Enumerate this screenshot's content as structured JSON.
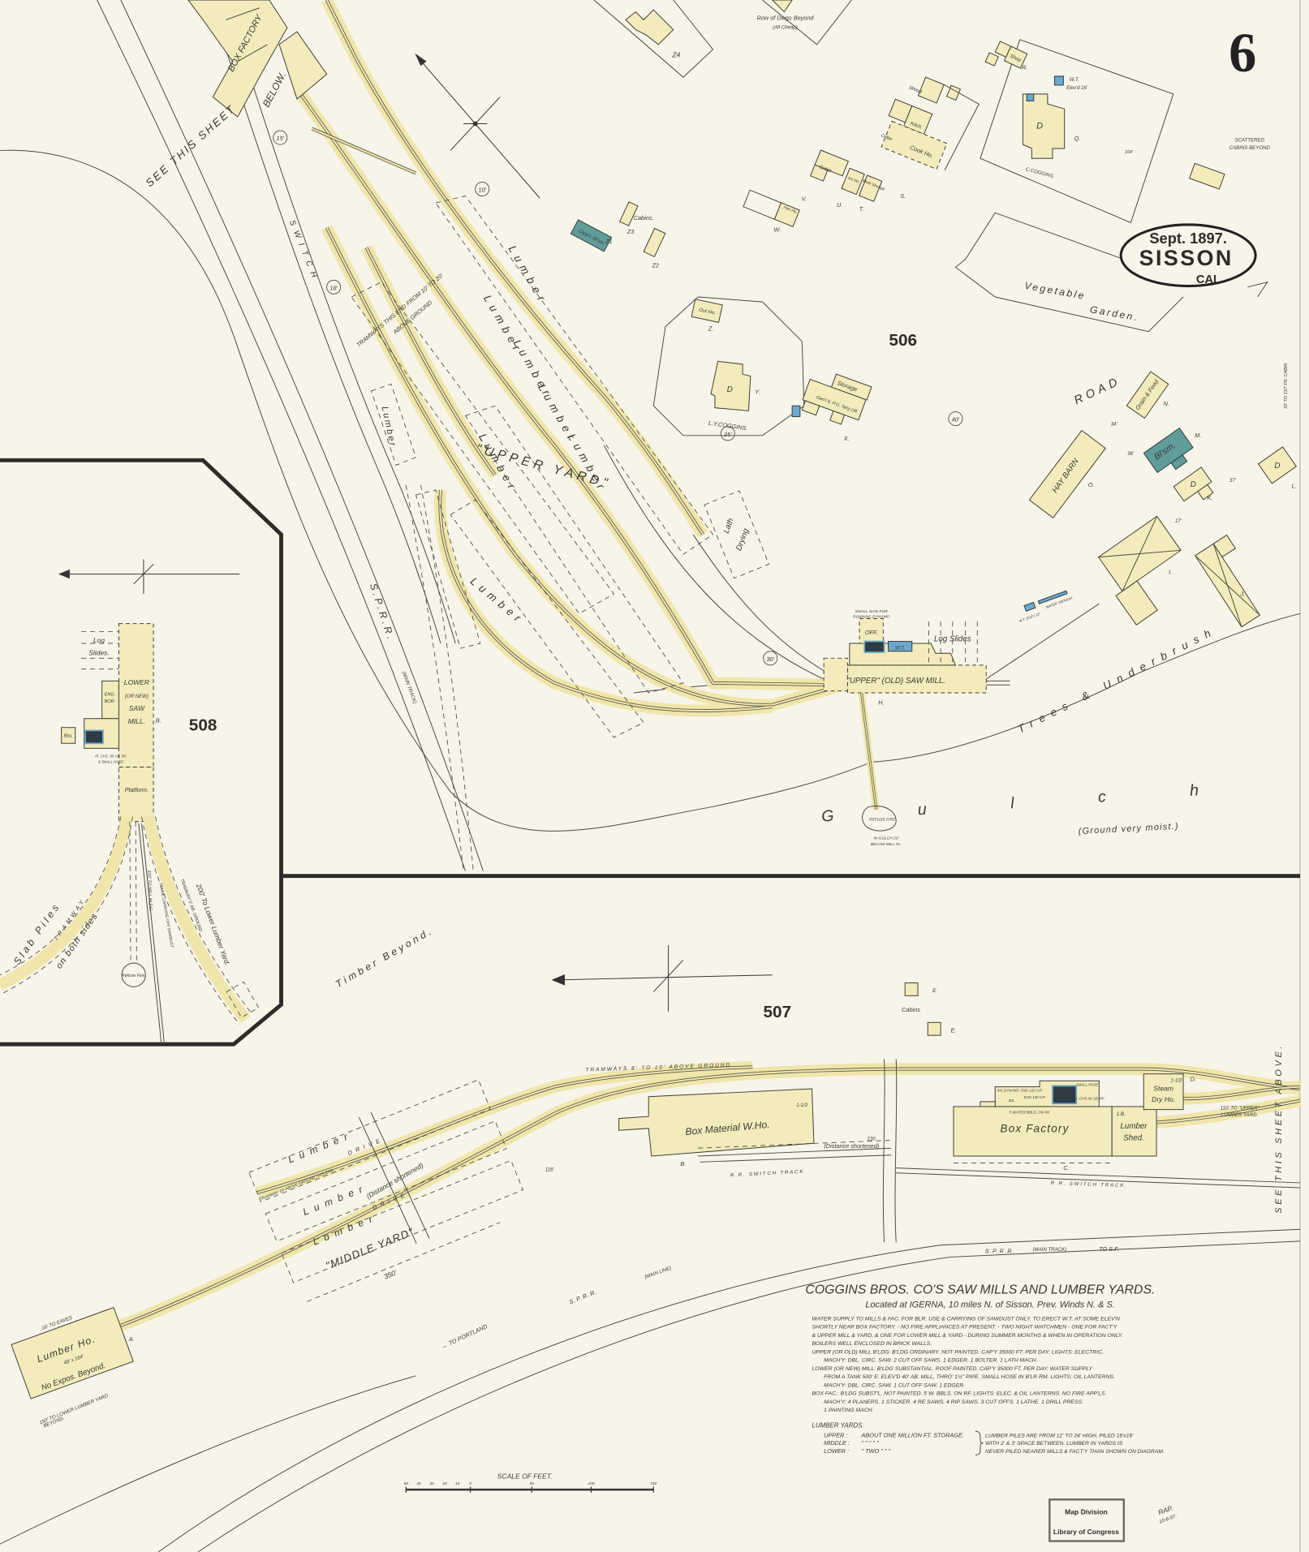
{
  "sheet": {
    "number": "6",
    "date": "Sept. 1897.",
    "town": "SISSON",
    "state": "CAL."
  },
  "blocks": {
    "b506": "506",
    "b507": "507",
    "b508": "508"
  },
  "colors": {
    "paper": "#f7f4e9",
    "frame_building": "#f3ebbb",
    "brick_stone": "#5f9c9a",
    "water_tank": "#6ea8cc"
  },
  "labels": {
    "box_factory_top": "BOX FACTORY",
    "see_sheet": "SEE THIS SHEET",
    "below": "BELOW.",
    "c15": "15'",
    "c10": "10'",
    "c18": "18'",
    "c25": "25'",
    "c40": "40'",
    "c30": "30'",
    "switch": "SWITCH",
    "sprr_upper": "S.P.R.R.",
    "main_track_upper": "(MAIN TRACK)",
    "tram_upper_1": "TRAMWAYS THIS END FROM 10' TO 20'",
    "tram_upper_2": "ABOVE GROUND",
    "upper_yard": "\"UPPER YARD\"",
    "lumber": "Lumber",
    "lath": "Lath",
    "drying": "Drying",
    "upper_mill": "\"UPPER\" (OLD) SAW MILL.",
    "small_shed_1": "SMALL SH'D FOR",
    "small_shed_2": "RUNNING DYNAMO",
    "off": "OFF.",
    "wt": "W.T.",
    "log_slides": "Log Slides",
    "h": "H.",
    "refuse_fire": "REFUSE FIRE",
    "gulch_note_1": "IN GULCH 20'",
    "gulch_note_2": "BELOW MILL FL.",
    "gulch": "Gulch",
    "ground_moist": "(Ground very moist.)",
    "trees": "Trees & Underbrush",
    "wt_elev12": "W.T. ELEV 12'",
    "water_trough": "WATER TROUGH",
    "vegetable": "Vegetable",
    "garden": "Garden.",
    "road": "ROAD",
    "scattered_1": "SCATTERED",
    "scattered_2": "CABINS BEYOND",
    "first_cabin": "33' TO 1ST FR. CABIN",
    "row_dwgs_1": "Row of Dwgs Beyond",
    "row_dwgs_2": "(All Cheap)",
    "z4": "Z4",
    "z1": "Z1",
    "z2": "Z2",
    "z3": "Z3",
    "z": "Z.",
    "carp_blsm": "Carp'r. Bl'sm.",
    "cabins": "Cabins.",
    "out_ho": "Out Ho.",
    "w": "W.",
    "hen_ho": "Hen Ho.",
    "v": "V.",
    "u": "U.",
    "t": "T.",
    "s": "S.",
    "r": "R.",
    "q": "Q.",
    "cabin": "Cabin",
    "ice_ho": "Ice Ho.",
    "meat_storage": "Meat Storage",
    "wood": "Wood",
    "kitch": "Kitch.",
    "cook_ho": "Cook Ho.",
    "cellar": "Cellar",
    "shop": "Shop",
    "wt_elev16_1": "W.T.",
    "wt_elev16_2": "Elev'd 16'",
    "c_coggins": "C.COGGINS.",
    "d": "D",
    "dist104": "104'",
    "ly_coggins": "L.Y.COGGINS.",
    "y": "Y.",
    "storage": "Storage",
    "genl_store": "Gen'l S. P.O. Tel'g Off.",
    "x": "X.",
    "hay_barn": "HAY BARN",
    "o": "O.",
    "grain_feed": "Grain & Feed",
    "n": "N.",
    "blsm": "Bl'sm.",
    "m": "M.",
    "k": "K.",
    "l": "L.",
    "i": "I.",
    "j": "J.",
    "d34": "34'",
    "d36": "36'",
    "d37": "37'",
    "d17": "17'",
    "timber_beyond": "Timber Beyond.",
    "f": "F.",
    "e": "E.",
    "cabins2": "Cabins",
    "tramways_lower": "TRAMWAYS 8' TO 10' ABOVE GROUND",
    "box_material": "Box Material W.Ho.",
    "one_half": "1-1/2",
    "b": "B.",
    "rr_switch_1": "R.R. SWITCH TRACK",
    "rr_switch_2": "R.R. SWITCH TRACK.",
    "distance_shortened": "(Distance shortened)",
    "d230": "230",
    "d116": "116'",
    "box_factory": "Box Factory",
    "lumber_shed_1": "Lumber",
    "lumber_shed_2": "Shed.",
    "steam_1": "Steam",
    "steam_2": "Dry Ho.",
    "dd": "D.",
    "cc": "C.",
    "ib": "1.B.",
    "water_bbls": "5 WATER BBLS. ON RF.",
    "eng120": "ENG 120 H.P.",
    "eng140": "ENG 140 H.P.",
    "inc_dynamo": "INC DYNAMO",
    "thirty_l": "30L.",
    "small_hose": "SMALL HOSE",
    "ir_chs": "IR. CH'S 40' AB. RF.",
    "to_upper_1": "110' TO \"UPPER\"",
    "to_upper_2": "LUMBER YARD.",
    "see_above": "SEE THIS SHEET ABOVE.",
    "sprr_lower": "S.P.R.R.",
    "main_track_lower": "(MAIN TRACK)",
    "to_sf": "TO S.F.",
    "sprr_main_line": "S.P.R.R.",
    "main_line": "(MAIN LINE)",
    "to_portland": "← TO PORTLAND",
    "tram_middle": "TRAMWAY 10' ABOVE GROUND THIS END",
    "drive": "DRIVE",
    "middle_yard": "\"MIDDLE YARD\"",
    "d350": "350'",
    "eaves": "18' TO EAVES",
    "lumber_ho": "Lumber Ho.",
    "lumber_ho_size": "48' x 164'",
    "no_expos": "No Expos. Beyond.",
    "a": "A.",
    "to_lower_1": "150' TO LOWER LUMBER YARD",
    "to_lower_2": "BEYOND.",
    "log": "Log",
    "slides": "Slides.",
    "lower": "LOWER",
    "or_new": "(OR NEW)",
    "saw": "SAW",
    "mill": "MILL.",
    "eng": "ENG.",
    "bor": "BOR.",
    "rm": "Rm.",
    "bb": "B.",
    "ir_chs_30": "IR. CHS. 30' AB. RF.",
    "sawdust_hose": "& SMALL HOSE",
    "platform": "Platform.",
    "slab_piles": "Slab Piles",
    "tramway": "TRAMWAY",
    "both_sides": "on both sides",
    "to_mill_bldg": "100' TO MILL BLDG.",
    "flume": "FLUME CARRYING OFF SAWDUST",
    "tram_5": "TRAMWAY 5' AB. GROUND",
    "to_lower_yard": "200' To Lower Lumber Yard.",
    "refuse_fire_2": "Refuse Fire."
  },
  "legend": {
    "title": "COGGINS BROS. CO'S SAW MILLS AND LUMBER YARDS.",
    "subtitle": "Located at IGERNA, 10 miles N. of Sisson.  Prev. Winds N. & S.",
    "lines": [
      "WATER SUPPLY TO MILLS & FAC. FOR BLR. USE & CARRYING OF SAWDUST ONLY. TO ERECT W.T. AT SOME ELEV'N",
      "SHORTLY NEAR BOX FACTORY. - NO FIRE APPLIANCES AT PRESENT. - TWO NIGHT WATCHMEN - ONE FOR FACT'Y",
      "& UPPER MILL & YARD, & ONE FOR LOWER MILL & YARD - DURING SUMMER MONTHS & WHEN IN OPERATION ONLY.",
      "BOILERS WELL ENCLOSED IN BRICK WALLS.",
      "UPPER (OR OLD) MILL B'LDG: B'LDG ORDINARY. NOT PAINTED. CAP'Y 35000 FT. PER DAY. LIGHTS: ELECTRIC.",
      "MACH'Y: DBL. CIRC. SAW. 2 CUT OFF SAWS. 1 EDGER. 1 BOLTER. 1 LATH MACH.",
      "LOWER (OR NEW) MILL: B'LDG SUBSTANTIAL. ROOF PAINTED. CAP'Y 35000 FT. PER DAY. WATER SUPPLY",
      "FROM A TANK 500' E. ELEV'D 40' AB. MILL, THRO' 1½\" PIPE. SMALL HOSE IN B'LR RM. LIGHTS: OIL LANTERNS.",
      "MACH'Y: DBL. CIRC. SAW. 1 CUT OFF SAW. 1 EDGER.",
      "BOX FAC.: B'LDG SUBST'L. NOT PAINTED. 5 W. BBLS. ON RF. LIGHTS: ELEC. & OIL LANTERNS. NO FIRE APP'LS.",
      "MACH'Y: 4 PLANERS. 1 STICKER. 4 RE SAWS. 4 RIP SAWS. 3 CUT OFFS. 1 LATHE. 1 DRILL PRESS.",
      "1 PAINTING MACH."
    ],
    "yards_title": "LUMBER YARDS.",
    "yards": [
      {
        "name": "UPPER :",
        "value": "ABOUT ONE MILLION FT. STORAGE."
      },
      {
        "name": "MIDDLE :",
        "value": "\"     \"     \"     \"     \""
      },
      {
        "name": "LOWER :",
        "value": "\"   TWO   \"     \"     \""
      }
    ],
    "note": [
      "LUMBER PILES ARE FROM 12' TO 24' HIGH, PILED 16'x16'",
      "WITH 2' & 3' SPACE BETWEEN. LUMBER IN YARDS IS",
      "NEVER PILED NEARER MILLS & FACT'Y THAN SHOWN ON DIAGRAM."
    ]
  },
  "scale": {
    "title": "SCALE OF FEET.",
    "ticks": [
      "50",
      "40",
      "30",
      "20",
      "10",
      "0",
      "50",
      "100",
      "150"
    ]
  },
  "stamp": {
    "line1": "Map Division",
    "line2": "Library of Congress"
  },
  "initials": {
    "line1": "RAP.",
    "line2": "10-6-97."
  }
}
